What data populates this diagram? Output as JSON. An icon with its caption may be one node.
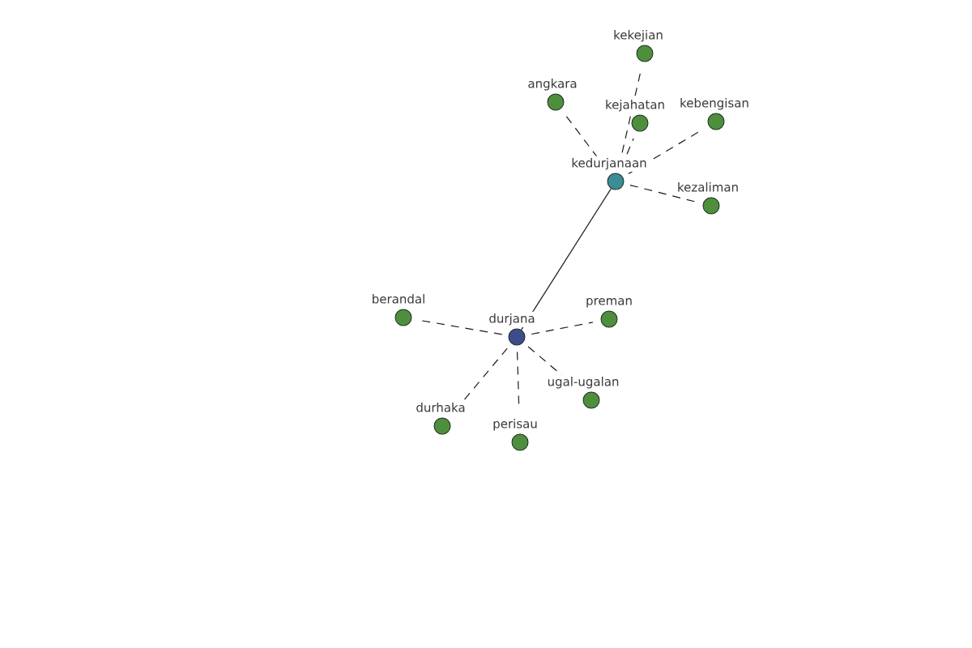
{
  "diagram": {
    "nodes": [
      {
        "text": [
          "kekejian"
        ]
      },
      {
        "text": [
          "angkara"
        ]
      },
      {
        "text": [
          "kejahatan"
        ]
      },
      {
        "text": [
          "kebengisan"
        ]
      },
      {
        "text": [
          "kedurjanaan"
        ]
      },
      {
        "text": [
          "kezaliman"
        ]
      },
      {
        "text": [
          "berandal"
        ]
      },
      {
        "text": [
          "durjana"
        ]
      },
      {
        "text": [
          "preman"
        ]
      },
      {
        "text": [
          "ugal-ugalan"
        ]
      },
      {
        "text": [
          "durhaka"
        ]
      },
      {
        "text": [
          "perisau"
        ]
      }
    ],
    "edges": [
      {
        "from": 7,
        "to": 4,
        "arrow": "none"
      },
      {
        "from": 4,
        "to": 1,
        "arrow": "none",
        "style": "dashed"
      },
      {
        "from": 4,
        "to": 0,
        "arrow": "none",
        "style": "dashed"
      },
      {
        "from": 4,
        "to": 2,
        "arrow": "none",
        "style": "dashed"
      },
      {
        "from": 4,
        "to": 3,
        "arrow": "none",
        "style": "dashed"
      },
      {
        "from": 4,
        "to": 5,
        "arrow": "none",
        "style": "dashed"
      },
      {
        "from": 7,
        "to": 6,
        "arrow": "none",
        "style": "dashed"
      },
      {
        "from": 7,
        "to": 8,
        "arrow": "none",
        "style": "dashed"
      },
      {
        "from": 7,
        "to": 9,
        "arrow": "none",
        "style": "dashed"
      },
      {
        "from": 7,
        "to": 10,
        "arrow": "none",
        "style": "dashed"
      },
      {
        "from": 7,
        "to": 11,
        "arrow": "none",
        "style": "dashed"
      }
    ]
  }
}
